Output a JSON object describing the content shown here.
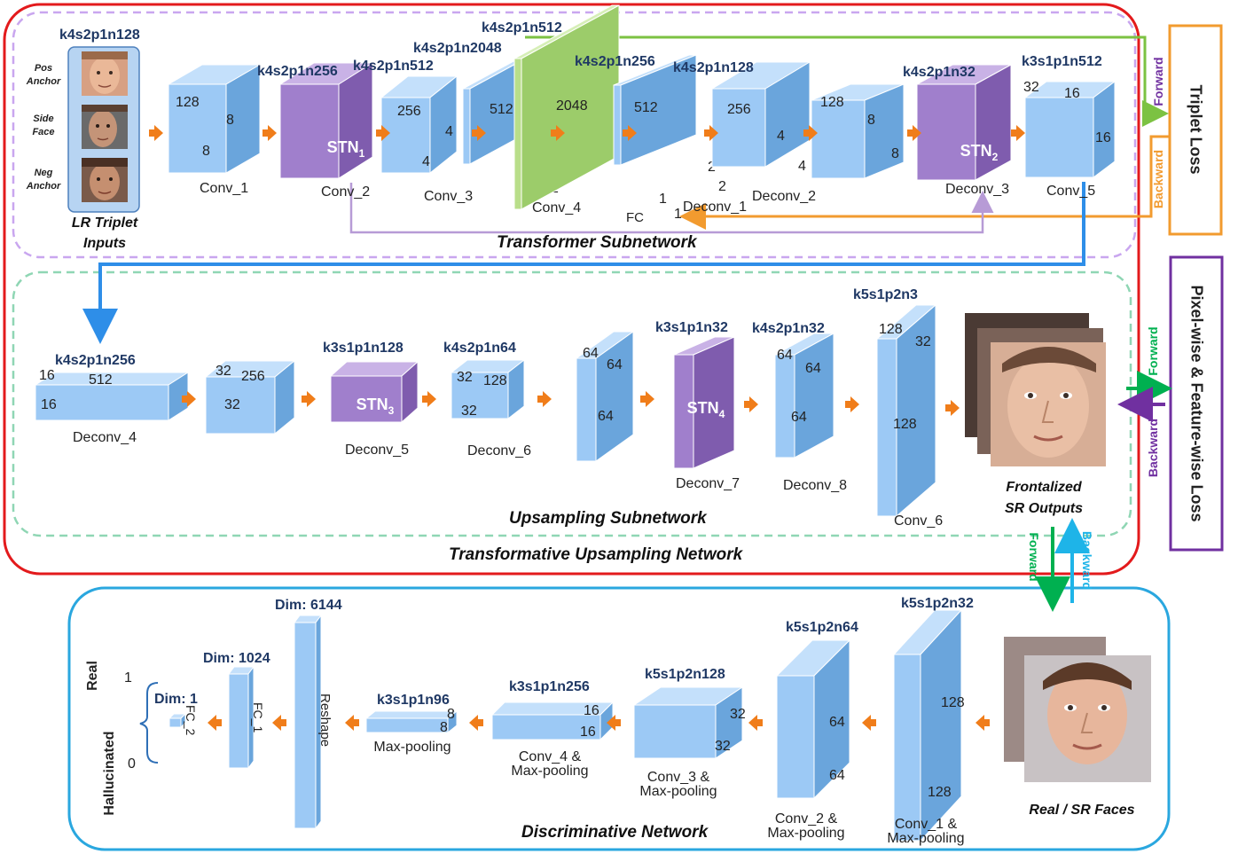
{
  "regions": {
    "transformer": "Transformer Subnetwork",
    "upsampling": "Upsampling Subnetwork",
    "tun": "Transformative Upsampling Network",
    "discriminative": "Discriminative Network"
  },
  "losses": {
    "triplet": "Triplet Loss",
    "pixel_feature": "Pixel-wise & Feature-wise Loss"
  },
  "arrows": {
    "forward": "Forward",
    "backward": "Backward"
  },
  "inputs": {
    "spec": "k4s2p1n128",
    "pos": "Pos Anchor",
    "side": "Side Face",
    "neg": "Neg Anchor",
    "caption_line1": "LR Triplet",
    "caption_line2": "Inputs"
  },
  "transformer_layers": [
    {
      "id": "conv1",
      "name": "Conv_1",
      "spec": "",
      "dims": [
        "128",
        "8",
        "8"
      ]
    },
    {
      "id": "conv2",
      "name": "Conv_2",
      "spec": "k4s2p1n256",
      "stn": "STN",
      "stn_sub": "1"
    },
    {
      "id": "conv3",
      "name": "Conv_3",
      "spec": "k4s2p1n512",
      "dims": [
        "256",
        "4",
        "4"
      ]
    },
    {
      "id": "conv4",
      "name": "Conv_4",
      "spec": "k4s2p1n2048",
      "dims": [
        "512",
        "2",
        "2"
      ]
    },
    {
      "id": "fc",
      "name": "FC",
      "spec": "k4s2p1n512",
      "dims": [
        "2048",
        "1",
        "1"
      ]
    },
    {
      "id": "deconv1",
      "name": "Deconv_1",
      "spec": "k4s2p1n256",
      "dims": [
        "512",
        "2",
        "2"
      ]
    },
    {
      "id": "deconv2",
      "name": "Deconv_2",
      "spec": "k4s2p1n128",
      "dims": [
        "256",
        "4",
        "4"
      ]
    },
    {
      "id": "deconv2b",
      "name": "",
      "spec": "",
      "dims": [
        "128",
        "8",
        "8"
      ]
    },
    {
      "id": "deconv3",
      "name": "Deconv_3",
      "spec": "k4s2p1n32",
      "stn": "STN",
      "stn_sub": "2"
    },
    {
      "id": "conv5",
      "name": "Conv_5",
      "spec": "k3s1p1n512",
      "dims": [
        "32",
        "16",
        "16"
      ]
    }
  ],
  "upsampling_layers": [
    {
      "id": "deconv4",
      "name": "Deconv_4",
      "spec": "k4s2p1n256",
      "dims": [
        "16",
        "512",
        "16"
      ]
    },
    {
      "id": "deconv4b",
      "name": "",
      "spec": "",
      "dims": [
        "32",
        "256",
        "32"
      ]
    },
    {
      "id": "deconv5",
      "name": "Deconv_5",
      "spec": "k3s1p1n128",
      "stn": "STN",
      "stn_sub": "3"
    },
    {
      "id": "deconv6",
      "name": "Deconv_6",
      "spec": "k4s2p1n64",
      "dims": [
        "32",
        "128",
        "32"
      ]
    },
    {
      "id": "deconv6b",
      "name": "",
      "spec": "",
      "dims": [
        "64",
        "64",
        "64"
      ]
    },
    {
      "id": "deconv7",
      "name": "Deconv_7",
      "spec": "k3s1p1n32",
      "stn": "STN",
      "stn_sub": "4"
    },
    {
      "id": "deconv8",
      "name": "Deconv_8",
      "spec": "k4s2p1n32",
      "dims": [
        "64",
        "64",
        "64"
      ]
    },
    {
      "id": "conv6",
      "name": "Conv_6",
      "spec": "k5s1p2n3",
      "dims": [
        "128",
        "32",
        "128"
      ]
    }
  ],
  "outputs": {
    "line1": "Frontalized",
    "line2": "SR Outputs"
  },
  "discriminator_layers": [
    {
      "id": "d_conv1",
      "name_line1": "Conv_1 &",
      "name_line2": "Max-pooling",
      "spec": "k5s1p2n32",
      "dims": [
        "128",
        "128"
      ]
    },
    {
      "id": "d_conv2",
      "name_line1": "Conv_2 &",
      "name_line2": "Max-pooling",
      "spec": "k5s1p2n64",
      "dims": [
        "64",
        "64"
      ]
    },
    {
      "id": "d_conv3",
      "name_line1": "Conv_3 &",
      "name_line2": "Max-pooling",
      "spec": "k5s1p2n128",
      "dims": [
        "32",
        "32"
      ]
    },
    {
      "id": "d_conv4",
      "name_line1": "Conv_4 &",
      "name_line2": "Max-pooling",
      "spec": "k3s1p1n256",
      "dims": [
        "16",
        "16"
      ]
    },
    {
      "id": "d_maxpool",
      "name_line1": "Max-pooling",
      "name_line2": "",
      "spec": "k3s1p1n96",
      "dims": [
        "8",
        "8"
      ]
    },
    {
      "id": "d_reshape",
      "name_line1": "Reshape",
      "name_line2": "",
      "spec": "Dim: 6144"
    },
    {
      "id": "d_fc1",
      "name_line1": "FC_1",
      "name_line2": "",
      "spec": "Dim: 1024"
    },
    {
      "id": "d_fc2",
      "name_line1": "FC_2",
      "name_line2": "",
      "spec": "Dim: 1"
    }
  ],
  "disc_input": "Real / SR Faces",
  "disc_output": {
    "real": "Real",
    "hallucinated": "Hallucinated",
    "one": "1",
    "zero": "0"
  },
  "colors": {
    "blue_front": "#9cc9f5",
    "blue_top": "#c4e0fb",
    "blue_side": "#6aa5dc",
    "purple_front": "#a07fcc",
    "purple_top": "#c9b2e6",
    "purple_side": "#7f5cae",
    "green": "#b9de8a",
    "arrow": "#f07d1a",
    "red": "#e31a1c",
    "lavender": "#c9a6ef",
    "mint": "#8fd6b4",
    "cyan": "#2aa7df",
    "orange": "#f29b2f",
    "purple_box": "#7030a0",
    "loss_green": "#00b050",
    "loss_purple": "#7030a0",
    "spec_text": "#1f3864"
  }
}
